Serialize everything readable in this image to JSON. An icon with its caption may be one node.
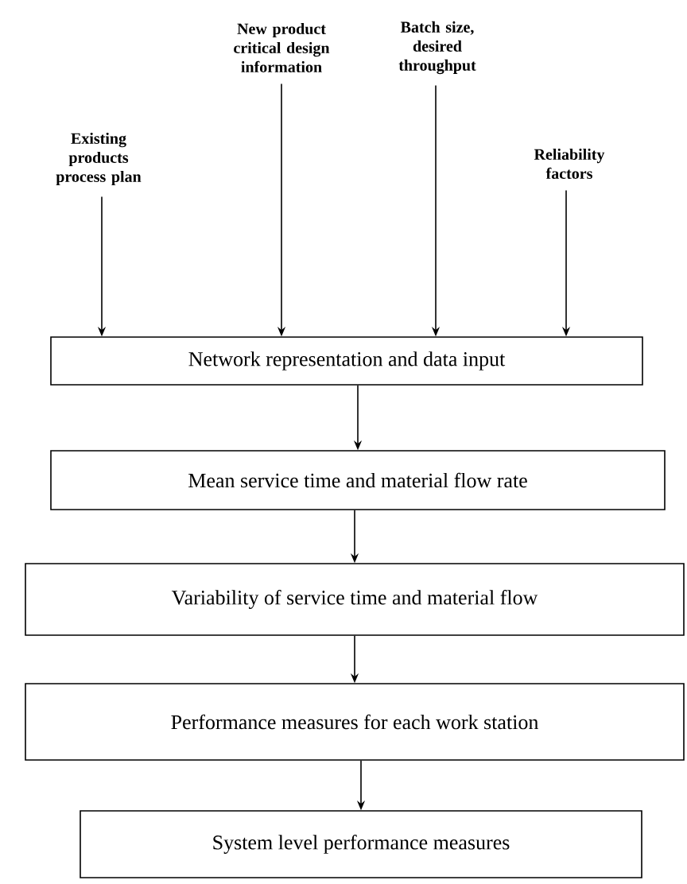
{
  "diagram": {
    "nodes": [
      {
        "text": [
          "Existing products process plan"
        ]
      },
      {
        "text": [
          "New product critical design information"
        ]
      },
      {
        "text": [
          "Batch size, desired throughput"
        ]
      },
      {
        "text": [
          "Reliability factors"
        ]
      },
      {
        "text": [
          "Network representation and data input"
        ]
      },
      {
        "text": [
          "Mean service time and material flow rate"
        ]
      },
      {
        "text": [
          "Variability of service time and material flow"
        ]
      },
      {
        "text": [
          "Performance measures for each work station"
        ]
      },
      {
        "text": [
          "System level performance measures"
        ]
      }
    ],
    "edges": [
      {
        "from": 0,
        "to": 4,
        "arrow": "to"
      },
      {
        "from": 1,
        "to": 4,
        "arrow": "to"
      },
      {
        "from": 2,
        "to": 4,
        "arrow": "to"
      },
      {
        "from": 3,
        "to": 4,
        "arrow": "to"
      },
      {
        "from": 4,
        "to": 5,
        "arrow": "to"
      },
      {
        "from": 5,
        "to": 6,
        "arrow": "to"
      },
      {
        "from": 6,
        "to": 7,
        "arrow": "to"
      },
      {
        "from": 7,
        "to": 8,
        "arrow": "to"
      }
    ]
  }
}
